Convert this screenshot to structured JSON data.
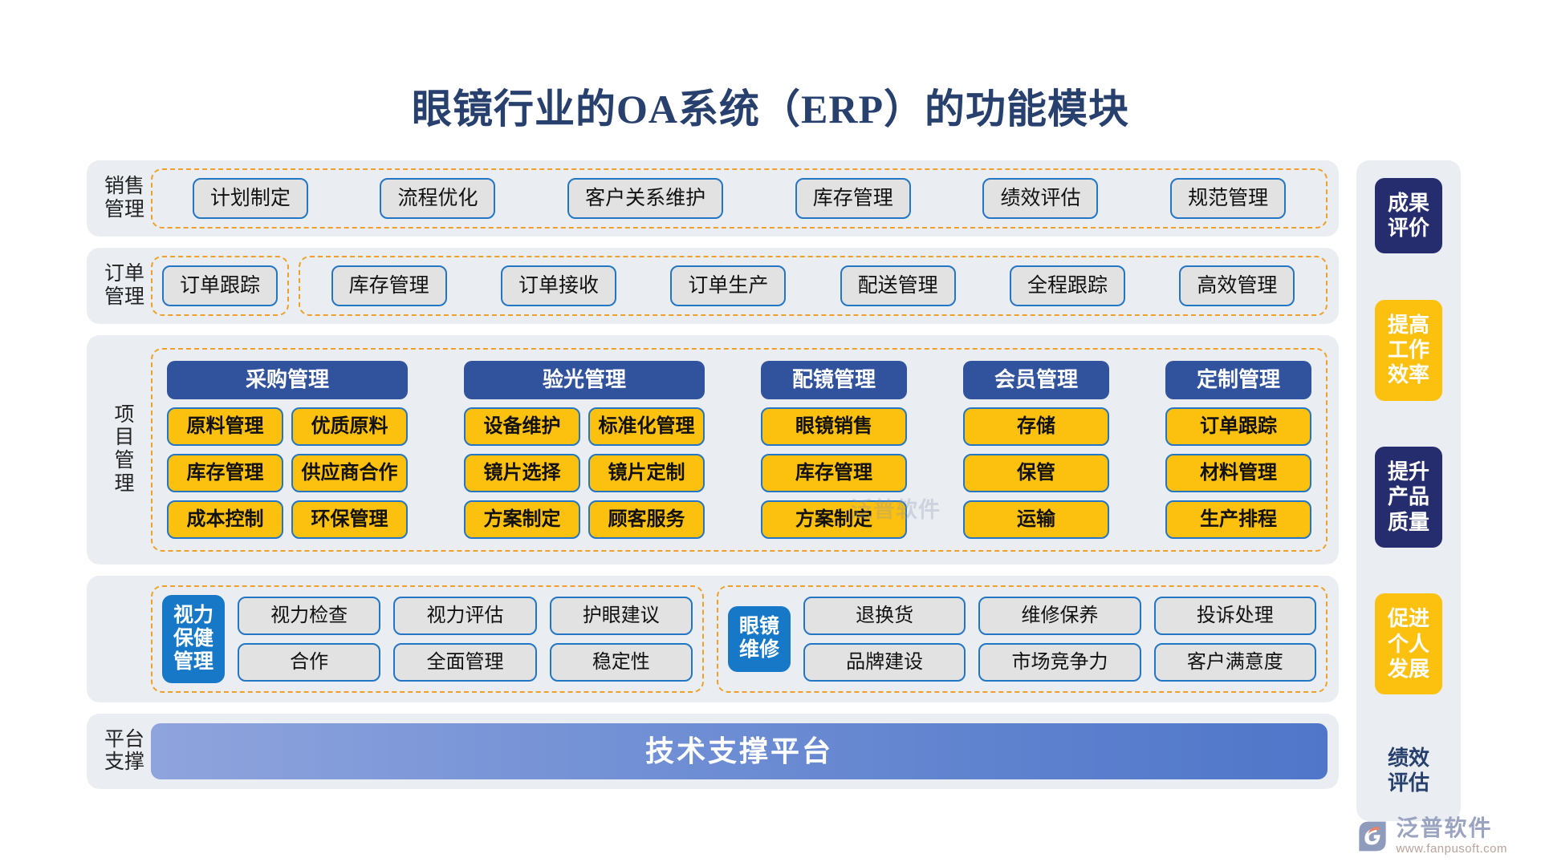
{
  "title": "眼镜行业的OA系统（ERP）的功能模块",
  "sections": {
    "sales": {
      "label": "销售\n管理",
      "items": [
        "计划制定",
        "流程优化",
        "客户关系维护",
        "库存管理",
        "绩效评估",
        "规范管理"
      ]
    },
    "order": {
      "label": "订单\n管理",
      "first_group": [
        "订单跟踪"
      ],
      "second_group": [
        "库存管理",
        "订单接收",
        "订单生产",
        "配送管理",
        "全程跟踪",
        "高效管理"
      ]
    },
    "project": {
      "label": "项\n目\n管\n理",
      "columns": [
        {
          "header": "采购管理",
          "items": [
            "原料管理",
            "优质原料",
            "库存管理",
            "供应商合作",
            "成本控制",
            "环保管理"
          ]
        },
        {
          "header": "验光管理",
          "items": [
            "设备维护",
            "标准化管理",
            "镜片选择",
            "镜片定制",
            "方案制定",
            "顾客服务"
          ]
        },
        {
          "header": "配镜管理",
          "items": [
            "眼镜销售",
            "库存管理",
            "方案制定"
          ]
        },
        {
          "header": "会员管理",
          "items": [
            "存储",
            "保管",
            "运输"
          ]
        },
        {
          "header": "定制管理",
          "items": [
            "订单跟踪",
            "材料管理",
            "生产排程"
          ]
        }
      ]
    },
    "care": {
      "vision": {
        "tag": "视力\n保健\n管理",
        "items": [
          "视力检查",
          "视力评估",
          "护眼建议",
          "合作",
          "全面管理",
          "稳定性"
        ]
      },
      "repair": {
        "tag": "眼镜\n维修",
        "items": [
          "退换货",
          "维修保养",
          "投诉处理",
          "品牌建设",
          "市场竞争力",
          "客户满意度"
        ]
      }
    },
    "platform": {
      "label": "平台\n支撑",
      "bar_text": "技术支撑平台"
    }
  },
  "rail": [
    {
      "text": "成果\n评价",
      "style": "navy"
    },
    {
      "text": "提高\n工作\n效率",
      "style": "gold"
    },
    {
      "text": "提升\n产品\n质量",
      "style": "navy"
    },
    {
      "text": "促进\n个人\n发展",
      "style": "gold"
    },
    {
      "text": "绩效\n评估",
      "style": "plain"
    }
  ],
  "watermark": "泛普软件",
  "logo": {
    "name": "泛普软件",
    "url": "www.fanpusoft.com"
  },
  "colors": {
    "title_navy": "#28406e",
    "band_bg": "#eaeef3",
    "dashed_orange": "#f0a02a",
    "chip_grey": "#e2e2e2",
    "chip_border_blue": "#2376c4",
    "yellow": "#fcc00e",
    "header_blue": "#31529d",
    "tag_blue": "#1878c8",
    "rail_navy": "#262d6e"
  }
}
